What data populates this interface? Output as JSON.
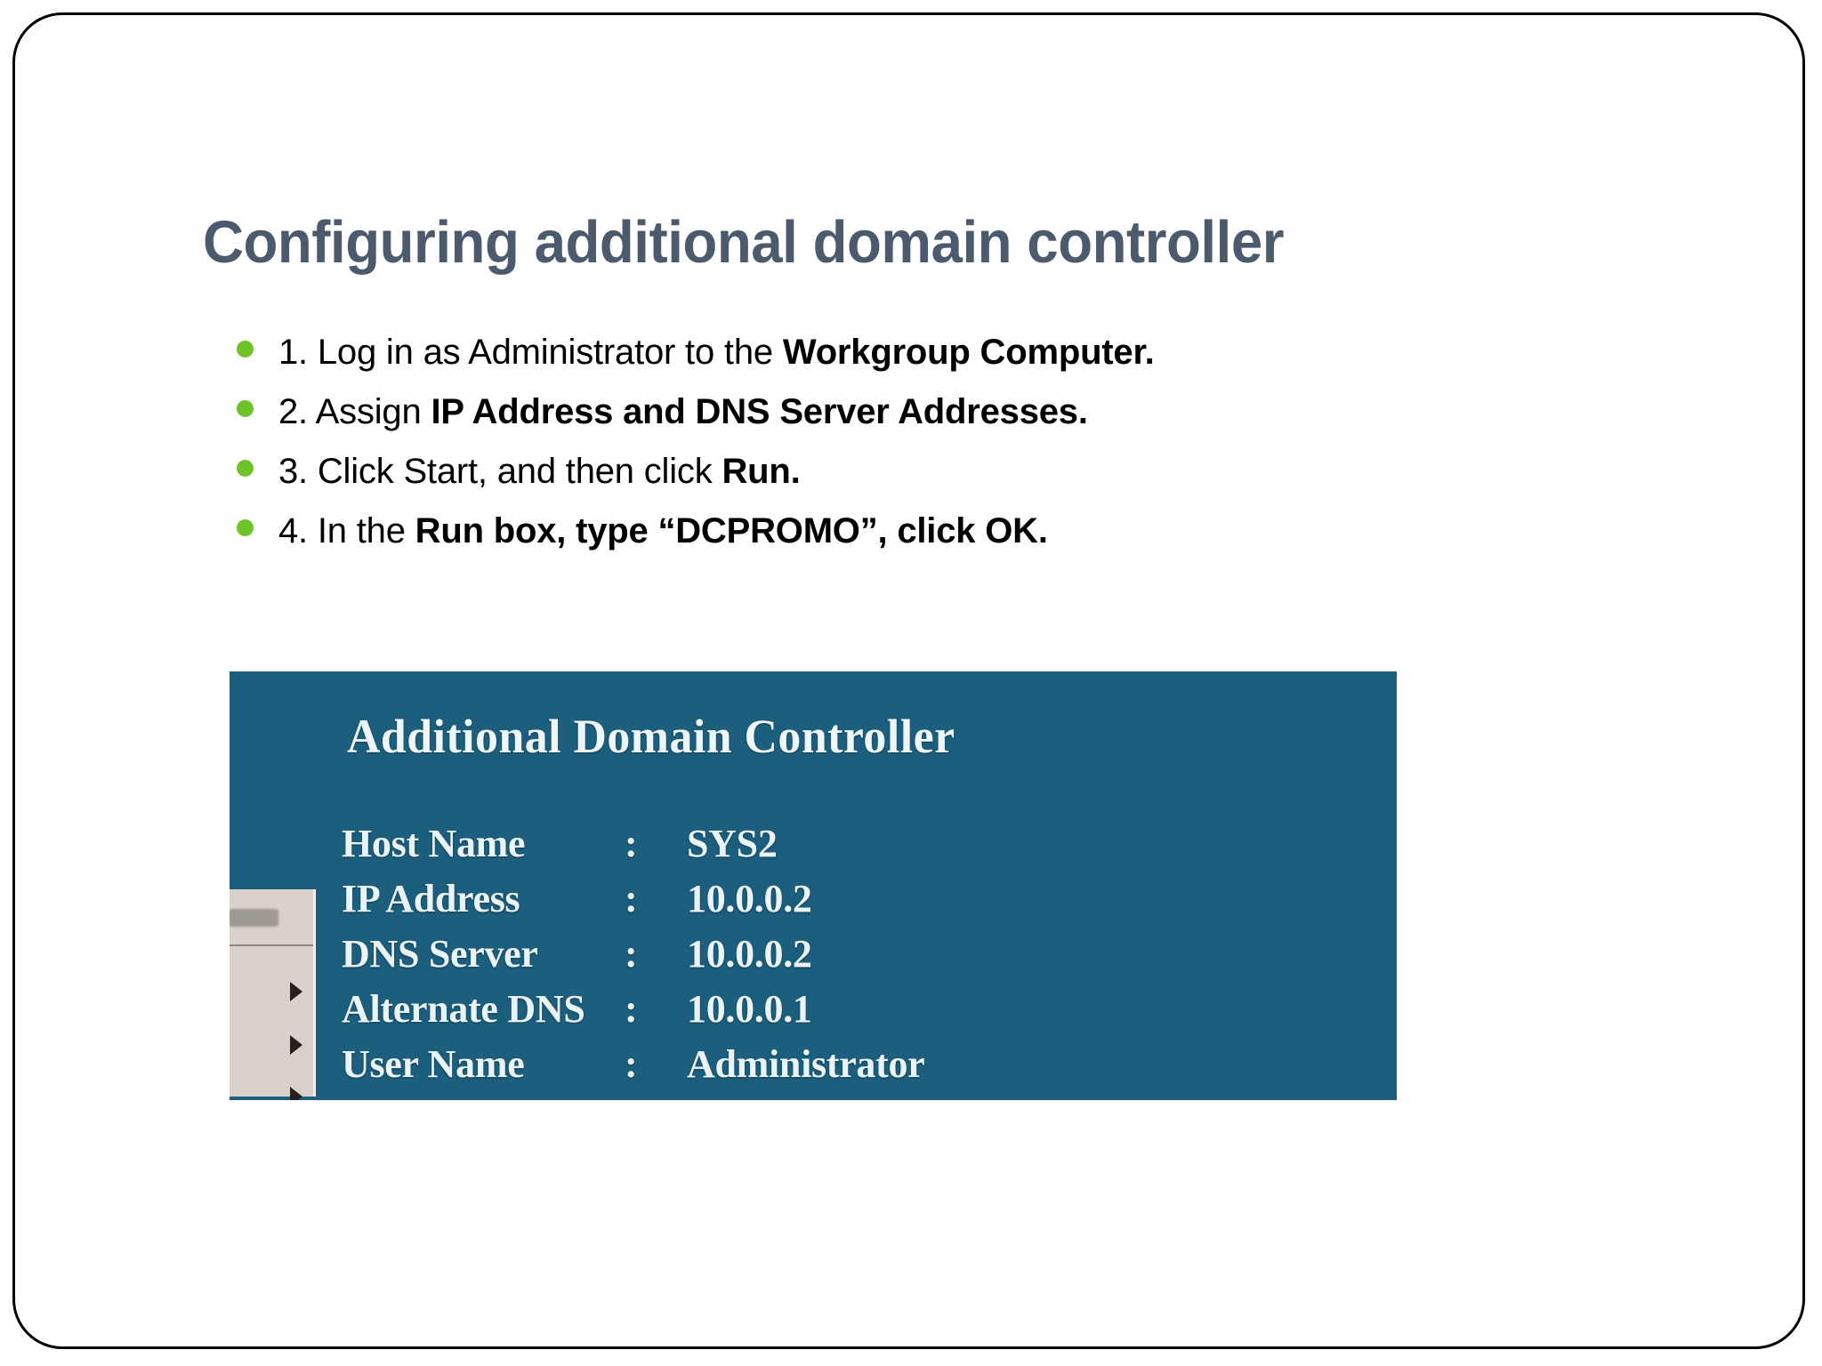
{
  "slide": {
    "title": "Configuring additional domain controller",
    "title_color": "#4c5a6e",
    "border_color": "#000000",
    "background": "#ffffff"
  },
  "bullets": {
    "marker_color": "#6ec32b",
    "items": [
      {
        "plain_prefix": "1. Log in as Administrator to the ",
        "bold_suffix": "Workgroup Computer.",
        "full_text": "1. Log in as Administrator to the Workgroup Computer."
      },
      {
        "plain_prefix": "2. Assign ",
        "bold_suffix": "IP Address and DNS Server Addresses.",
        "full_text": "2. Assign IP Address and DNS Server Addresses."
      },
      {
        "plain_prefix": "3. Click Start, and then click ",
        "bold_suffix": "Run.",
        "full_text": "3. Click Start, and then click Run."
      },
      {
        "plain_prefix": "4. In the ",
        "bold_suffix": "Run box, type “DCPROMO”, click OK.",
        "full_text": "4. In the Run box, type “DCPROMO”, click OK."
      }
    ]
  },
  "screenshot_panel": {
    "background_color": "#1c5e7d",
    "text_color": "#eaf4f7",
    "heading": "Additional Domain Controller",
    "separator": ":",
    "rows": [
      {
        "label": "Host Name",
        "value": "SYS2"
      },
      {
        "label": "IP Address",
        "value": "10.0.0.2"
      },
      {
        "label": "DNS Server",
        "value": "10.0.0.2"
      },
      {
        "label": "Alternate DNS",
        "value": "10.0.0.1"
      },
      {
        "label": "User Name",
        "value": "Administrator"
      }
    ],
    "artifact": {
      "name": "menu-fragment",
      "background_color": "#d9d2cb"
    }
  }
}
